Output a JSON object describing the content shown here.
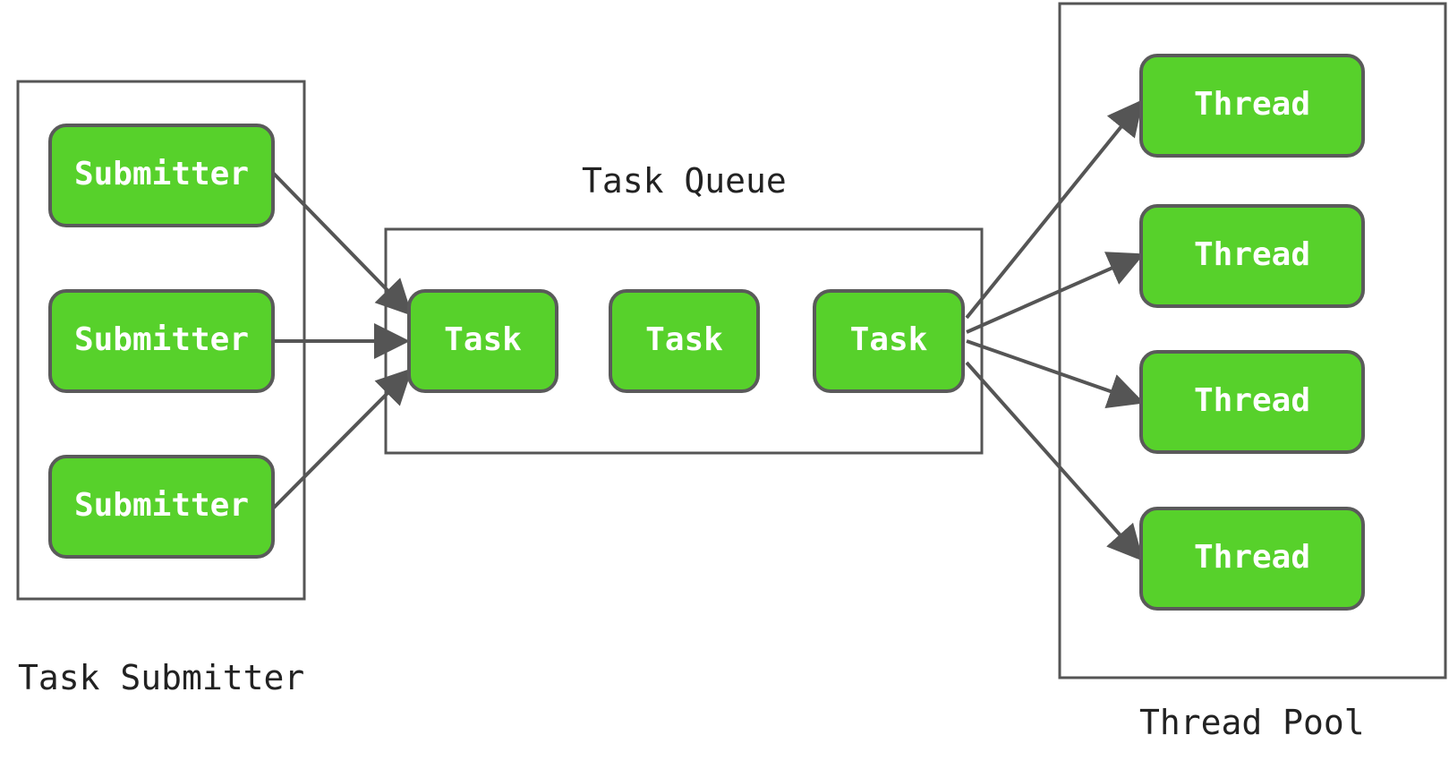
{
  "diagram": {
    "colors": {
      "node_fill": "#57d12b",
      "node_stroke": "#5a5a5a",
      "group_stroke": "#555555",
      "edge": "#555555",
      "text_light": "#ffffff",
      "text_dark": "#222222"
    },
    "groups": {
      "submitter": {
        "label": "Task Submitter",
        "items": [
          "Submitter",
          "Submitter",
          "Submitter"
        ]
      },
      "queue": {
        "label": "Task Queue",
        "items": [
          "Task",
          "Task",
          "Task"
        ]
      },
      "pool": {
        "label": "Thread Pool",
        "items": [
          "Thread",
          "Thread",
          "Thread",
          "Thread"
        ]
      }
    }
  }
}
